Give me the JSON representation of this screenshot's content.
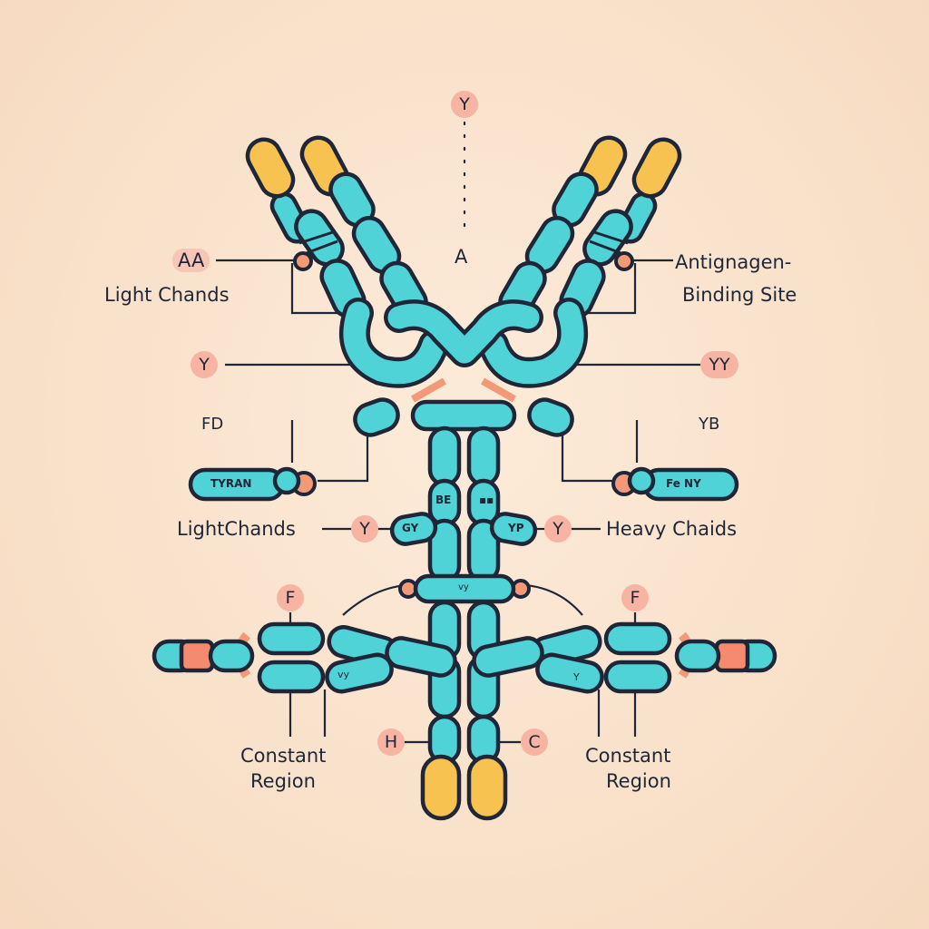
{
  "badges": {
    "top": "Y",
    "left_mid": "Y",
    "right_mid": "YY",
    "left_chain": "Y",
    "right_chain": "Y",
    "left_fc": "F",
    "right_fc": "F",
    "bottom_left": "H",
    "bottom_right": "C"
  },
  "labels": {
    "top_center": "A",
    "left_aa": "AA",
    "light_chands_top": "Light Chands",
    "antigen_line1": "Antignagen-",
    "antigen_line2": "Binding Site",
    "fd": "FD",
    "yb": "YB",
    "light_chands_mid": "LightChands",
    "heavy_chaids": "Heavy Chaids",
    "constant_left_line1": "Constant",
    "constant_left_line2": "Region",
    "constant_right_line1": "Constant",
    "constant_right_line2": "Region"
  },
  "segment_text": {
    "left_capsule": "TYRAN",
    "right_capsule": "Fe NY",
    "stem_left": "BE",
    "stem_right": "▪▪",
    "left_chain_tag": "GY",
    "right_chain_tag": "YP",
    "hinge": "vy",
    "lower_left_tag": "vy",
    "lower_right_tag": "Y"
  }
}
